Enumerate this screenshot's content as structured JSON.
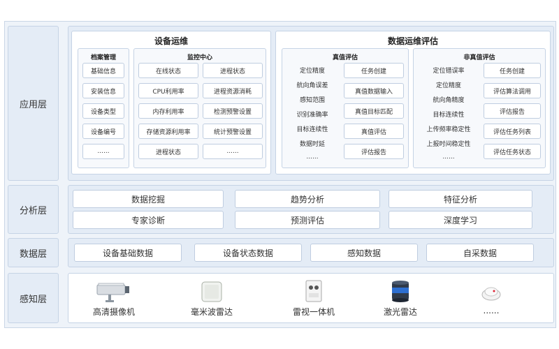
{
  "layers": {
    "application": "应用层",
    "analysis": "分析层",
    "data": "数据层",
    "perception": "感知层"
  },
  "device_ops": {
    "title": "设备运维",
    "archive": {
      "title": "档案管理",
      "items": [
        "基础信息",
        "安装信息",
        "设备类型",
        "设备编号",
        "......"
      ]
    },
    "monitor": {
      "title": "监控中心",
      "left": [
        "在线状态",
        "CPU利用率",
        "内存利用率",
        "存储资源利用率",
        "进程状态"
      ],
      "right": [
        "进程状态",
        "进程资源消耗",
        "检测预警设置",
        "统计预警设置",
        "......"
      ]
    }
  },
  "data_eval": {
    "title": "数据运维评估",
    "truth": {
      "title": "真值评估",
      "metrics": [
        "定位精度",
        "航向角误差",
        "感知范围",
        "识别准确率",
        "目标连续性",
        "数据时延",
        "......"
      ],
      "actions": [
        "任务创建",
        "真值数据输入",
        "真值目标匹配",
        "真值评估",
        "评估报告"
      ]
    },
    "non_truth": {
      "title": "非真值评估",
      "metrics": [
        "定位错误率",
        "定位精度",
        "航向角精度",
        "目标连续性",
        "上传频率稳定性",
        "上报时间稳定性",
        "......"
      ],
      "actions": [
        "任务创建",
        "评估算法调用",
        "评估报告",
        "评估任务列表",
        "评估任务状态"
      ]
    }
  },
  "analysis_items": [
    "数据挖掘",
    "趋势分析",
    "特征分析",
    "专家诊断",
    "预测评估",
    "深度学习"
  ],
  "data_items": [
    "设备基础数据",
    "设备状态数据",
    "感知数据",
    "自采数据"
  ],
  "devices": [
    {
      "name": "高清摄像机",
      "icon": "camera-icon"
    },
    {
      "name": "毫米波雷达",
      "icon": "mmwave-radar-icon"
    },
    {
      "name": "雷视一体机",
      "icon": "radar-vision-unit-icon"
    },
    {
      "name": "激光雷达",
      "icon": "lidar-icon"
    },
    {
      "name": "......",
      "icon": "smoke-detector-icon"
    }
  ]
}
